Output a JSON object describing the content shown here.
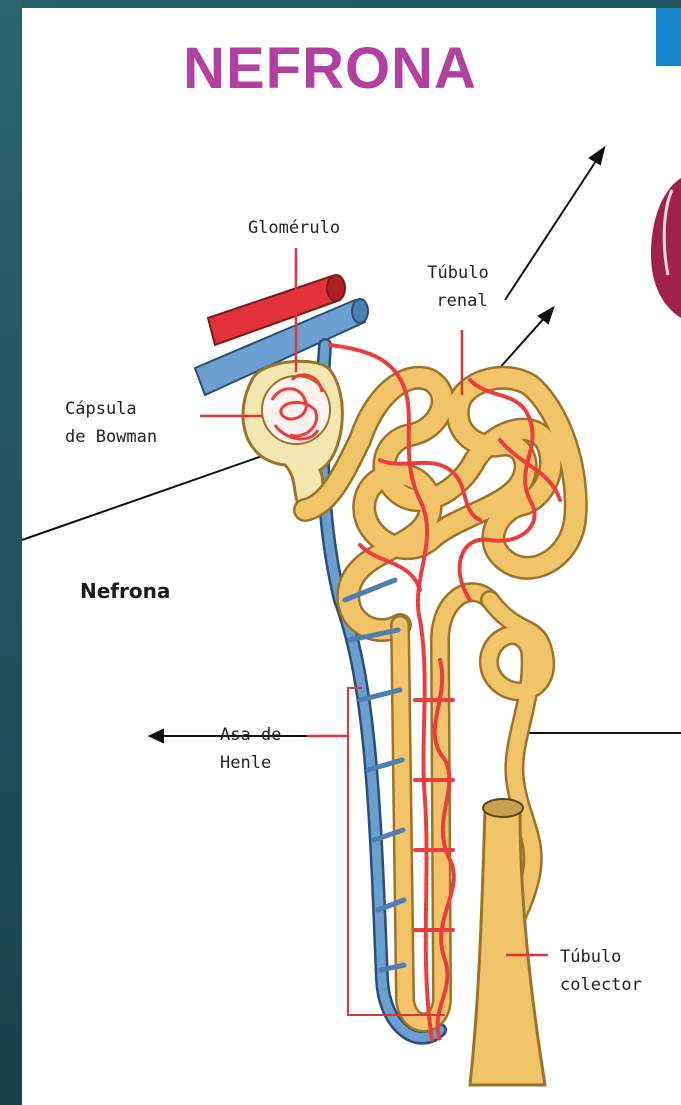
{
  "title": "NEFRONA",
  "labels": {
    "glomerulo": "Glomérulo",
    "tubulo_renal_1": "Túbulo",
    "tubulo_renal_2": "renal",
    "capsula_1": "Cápsula",
    "capsula_2": "de Bowman",
    "nefrona": "Nefrona",
    "asa_1": "Asa de",
    "asa_2": "Henle",
    "colector_1": "Túbulo",
    "colector_2": "colector"
  },
  "colors": {
    "title": "#b140a0",
    "tubule": "#f2c46a",
    "tubule_outline": "#9a7428",
    "artery": "#e2333a",
    "vein": "#6a9fd0",
    "capillary": "#ee3b3b",
    "leader": "#e2333a",
    "accent_tab": "#1583c8"
  }
}
